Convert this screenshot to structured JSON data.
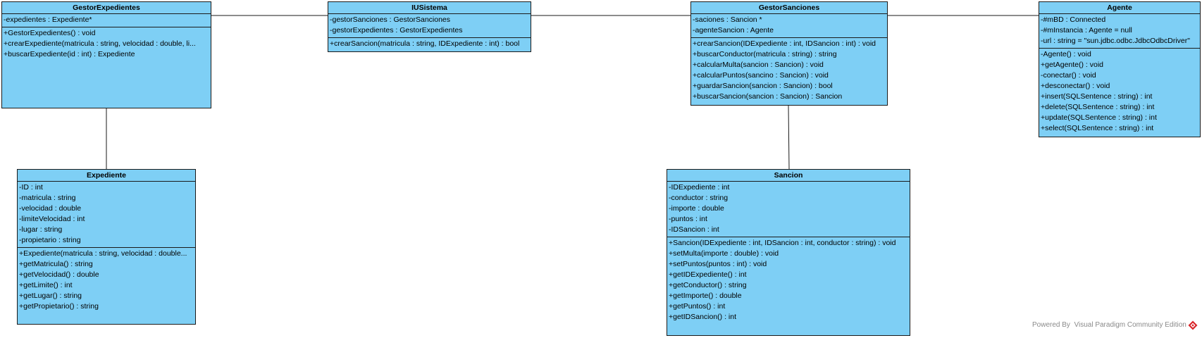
{
  "classes": {
    "gestor_expedientes": {
      "name": "GestorExpedientes",
      "attributes": [
        "-expedientes : Expediente*"
      ],
      "operations": [
        "+GestorExpedientes() : void",
        "+crearExpediente(matricula : string, velocidad : double, li...",
        "+buscarExpediente(id : int) : Expediente"
      ]
    },
    "iu_sistema": {
      "name": "IUSistema",
      "attributes": [
        "-gestorSanciones : GestorSanciones",
        "-gestorExpedientes : GestorExpedientes"
      ],
      "operations": [
        "+crearSancion(matricula : string, IDExpediente : int) : bool"
      ]
    },
    "gestor_sanciones": {
      "name": "GestorSanciones",
      "attributes": [
        "-saciones : Sancion *",
        "-agenteSancion : Agente"
      ],
      "operations": [
        "+crearSancion(IDExpediente : int, IDSancion : int) : void",
        "+buscarConductor(matricula : string) : string",
        "+calcularMulta(sancion : Sancion) : void",
        "+calcularPuntos(sancino : Sancion) : void",
        "+guardarSancion(sancion : Sancion) : bool",
        "+buscarSancion(sancion : Sancion) : Sancion"
      ]
    },
    "agente": {
      "name": "Agente",
      "attributes": [
        "-#mBD : Connected",
        "-#mInstancia : Agente = null",
        "-url : string = \"sun.jdbc.odbc.JdbcOdbcDriver\""
      ],
      "operations": [
        "-Agente() : void",
        "+getAgente() : void",
        "-conectar() : void",
        "+desconectar() : void",
        "+insert(SQLSentence : string) : int",
        "+delete(SQLSentence : string) : int",
        "+update(SQLSentence : string) : int",
        "+select(SQLSentence : string) : int"
      ]
    },
    "expediente": {
      "name": "Expediente",
      "attributes": [
        "-ID : int",
        "-matricula : string",
        "-velocidad : double",
        "-limiteVelocidad : int",
        "-lugar : string",
        "-propietario : string"
      ],
      "operations": [
        "+Expediente(matricula : string, velocidad : double...",
        "+getMatricula() : string",
        "+getVelocidad() : double",
        "+getLimite() : int",
        "+getLugar() : string",
        "+getPropietario() : string"
      ]
    },
    "sancion": {
      "name": "Sancion",
      "attributes": [
        "-IDExpediente : int",
        "-conductor : string",
        "-importe : double",
        "-puntos : int",
        "-IDSancion : int"
      ],
      "operations": [
        "+Sancion(IDExpediente : int, IDSancion : int, conductor : string) : void",
        "+setMulta(importe : double) : void",
        "+setPuntos(puntos : int) : void",
        "+getIDExpediente() : int",
        "+getConductor() : string",
        "+getImporte() : double",
        "+getPuntos() : int",
        "+getIDSancion() : int"
      ]
    }
  },
  "footer": {
    "powered_by": "Powered By",
    "product": "Visual Paradigm Community Edition"
  },
  "colors": {
    "class_fill": "#7ecff5",
    "border": "#1a1a1a",
    "footer_text": "#8a8a8a",
    "logo_red": "#d9252a"
  }
}
